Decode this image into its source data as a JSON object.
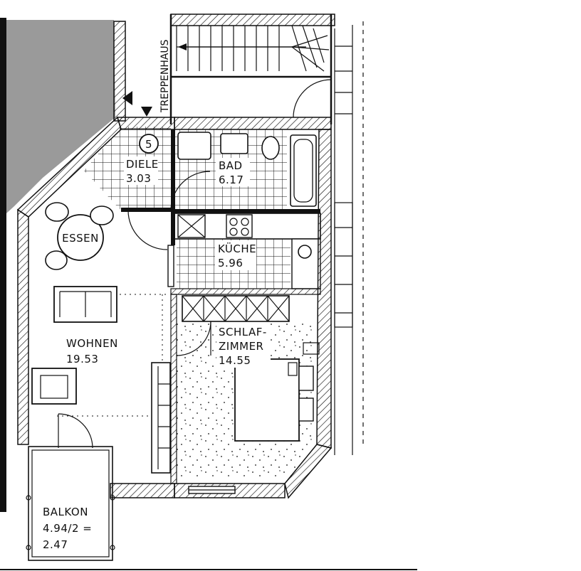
{
  "rooms": {
    "stairwell": {
      "label": "TREPPENHAUS"
    },
    "unit_number": "5",
    "hall": {
      "name": "DIELE",
      "area": "3.03"
    },
    "bath": {
      "name": "BAD",
      "area": "6.17"
    },
    "kitchen": {
      "name": "KÜCHE",
      "area": "5.96"
    },
    "dining": {
      "name": "ESSEN"
    },
    "living": {
      "name": "WOHNEN",
      "area": "19.53"
    },
    "bedroom": {
      "name_line1": "SCHLAF-",
      "name_line2": "ZIMMER",
      "area": "14.55"
    },
    "balcony": {
      "name": "BALKON",
      "formula": "4.94/2 =",
      "area": "2.47"
    }
  }
}
